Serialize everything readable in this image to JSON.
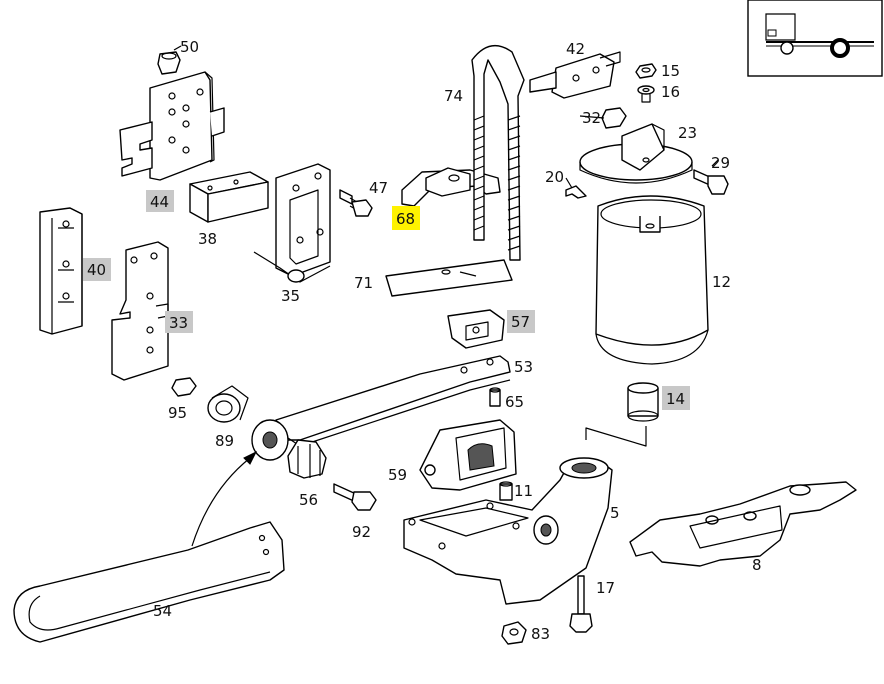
{
  "callouts": [
    {
      "id": "c50",
      "text": "50",
      "style": "plain"
    },
    {
      "id": "c44",
      "text": "44",
      "style": "gray"
    },
    {
      "id": "c38",
      "text": "38",
      "style": "plain"
    },
    {
      "id": "c35",
      "text": "35",
      "style": "plain"
    },
    {
      "id": "c47",
      "text": "47",
      "style": "plain"
    },
    {
      "id": "c68",
      "text": "68",
      "style": "yellow"
    },
    {
      "id": "c74",
      "text": "74",
      "style": "plain"
    },
    {
      "id": "c42",
      "text": "42",
      "style": "plain"
    },
    {
      "id": "c15",
      "text": "15",
      "style": "plain"
    },
    {
      "id": "c16",
      "text": "16",
      "style": "plain"
    },
    {
      "id": "c32",
      "text": "32",
      "style": "plain"
    },
    {
      "id": "c23",
      "text": "23",
      "style": "plain"
    },
    {
      "id": "c29",
      "text": "29",
      "style": "plain"
    },
    {
      "id": "c20",
      "text": "20",
      "style": "plain"
    },
    {
      "id": "c12",
      "text": "12",
      "style": "plain"
    },
    {
      "id": "c40",
      "text": "40",
      "style": "gray"
    },
    {
      "id": "c33",
      "text": "33",
      "style": "gray"
    },
    {
      "id": "c71",
      "text": "71",
      "style": "plain"
    },
    {
      "id": "c57",
      "text": "57",
      "style": "gray"
    },
    {
      "id": "c53",
      "text": "53",
      "style": "plain"
    },
    {
      "id": "c95",
      "text": "95",
      "style": "plain"
    },
    {
      "id": "c89",
      "text": "89",
      "style": "plain"
    },
    {
      "id": "c65",
      "text": "65",
      "style": "plain"
    },
    {
      "id": "c14",
      "text": "14",
      "style": "gray"
    },
    {
      "id": "c59",
      "text": "59",
      "style": "plain"
    },
    {
      "id": "c56",
      "text": "56",
      "style": "plain"
    },
    {
      "id": "c11",
      "text": "11",
      "style": "plain"
    },
    {
      "id": "c5",
      "text": "5",
      "style": "plain"
    },
    {
      "id": "c92",
      "text": "92",
      "style": "plain"
    },
    {
      "id": "c8",
      "text": "8",
      "style": "plain"
    },
    {
      "id": "c54",
      "text": "54",
      "style": "plain"
    },
    {
      "id": "c17",
      "text": "17",
      "style": "plain"
    },
    {
      "id": "c83",
      "text": "83",
      "style": "plain"
    }
  ],
  "colors": {
    "highlight_gray": "#c8c8c8",
    "highlight_yellow": "#fff200",
    "line": "#000000"
  },
  "icons": {
    "vehicle_locator": "truck-rear-axle-icon"
  }
}
